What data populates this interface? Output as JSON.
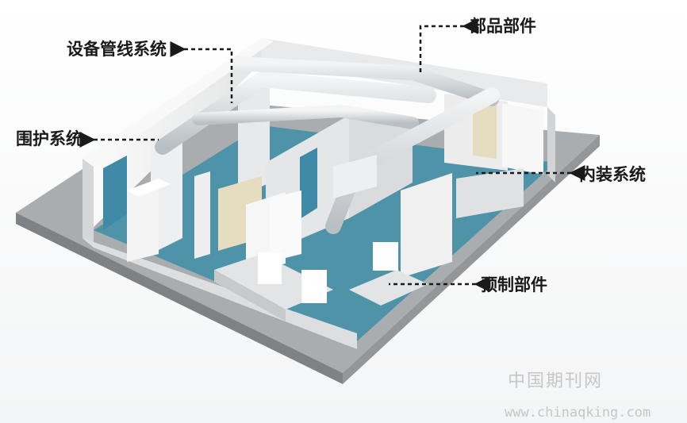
{
  "labels": {
    "equipment_pipeline": "设备管线系统",
    "components": "部品部件",
    "envelope": "围护系统",
    "interior": "内装系统",
    "prefab": "预制部件"
  },
  "watermark": {
    "site_cn": "中国期刊网",
    "site_url": "www.chinaqking.com"
  },
  "colors": {
    "floor": "#4f93a8",
    "wall": "#f1f1f1",
    "pipe": "#d9dde0",
    "base": "#8f9396",
    "door": "#3f8aa7",
    "cabinet": "#e6dcc0",
    "callout_text": "#1a1a1a"
  }
}
